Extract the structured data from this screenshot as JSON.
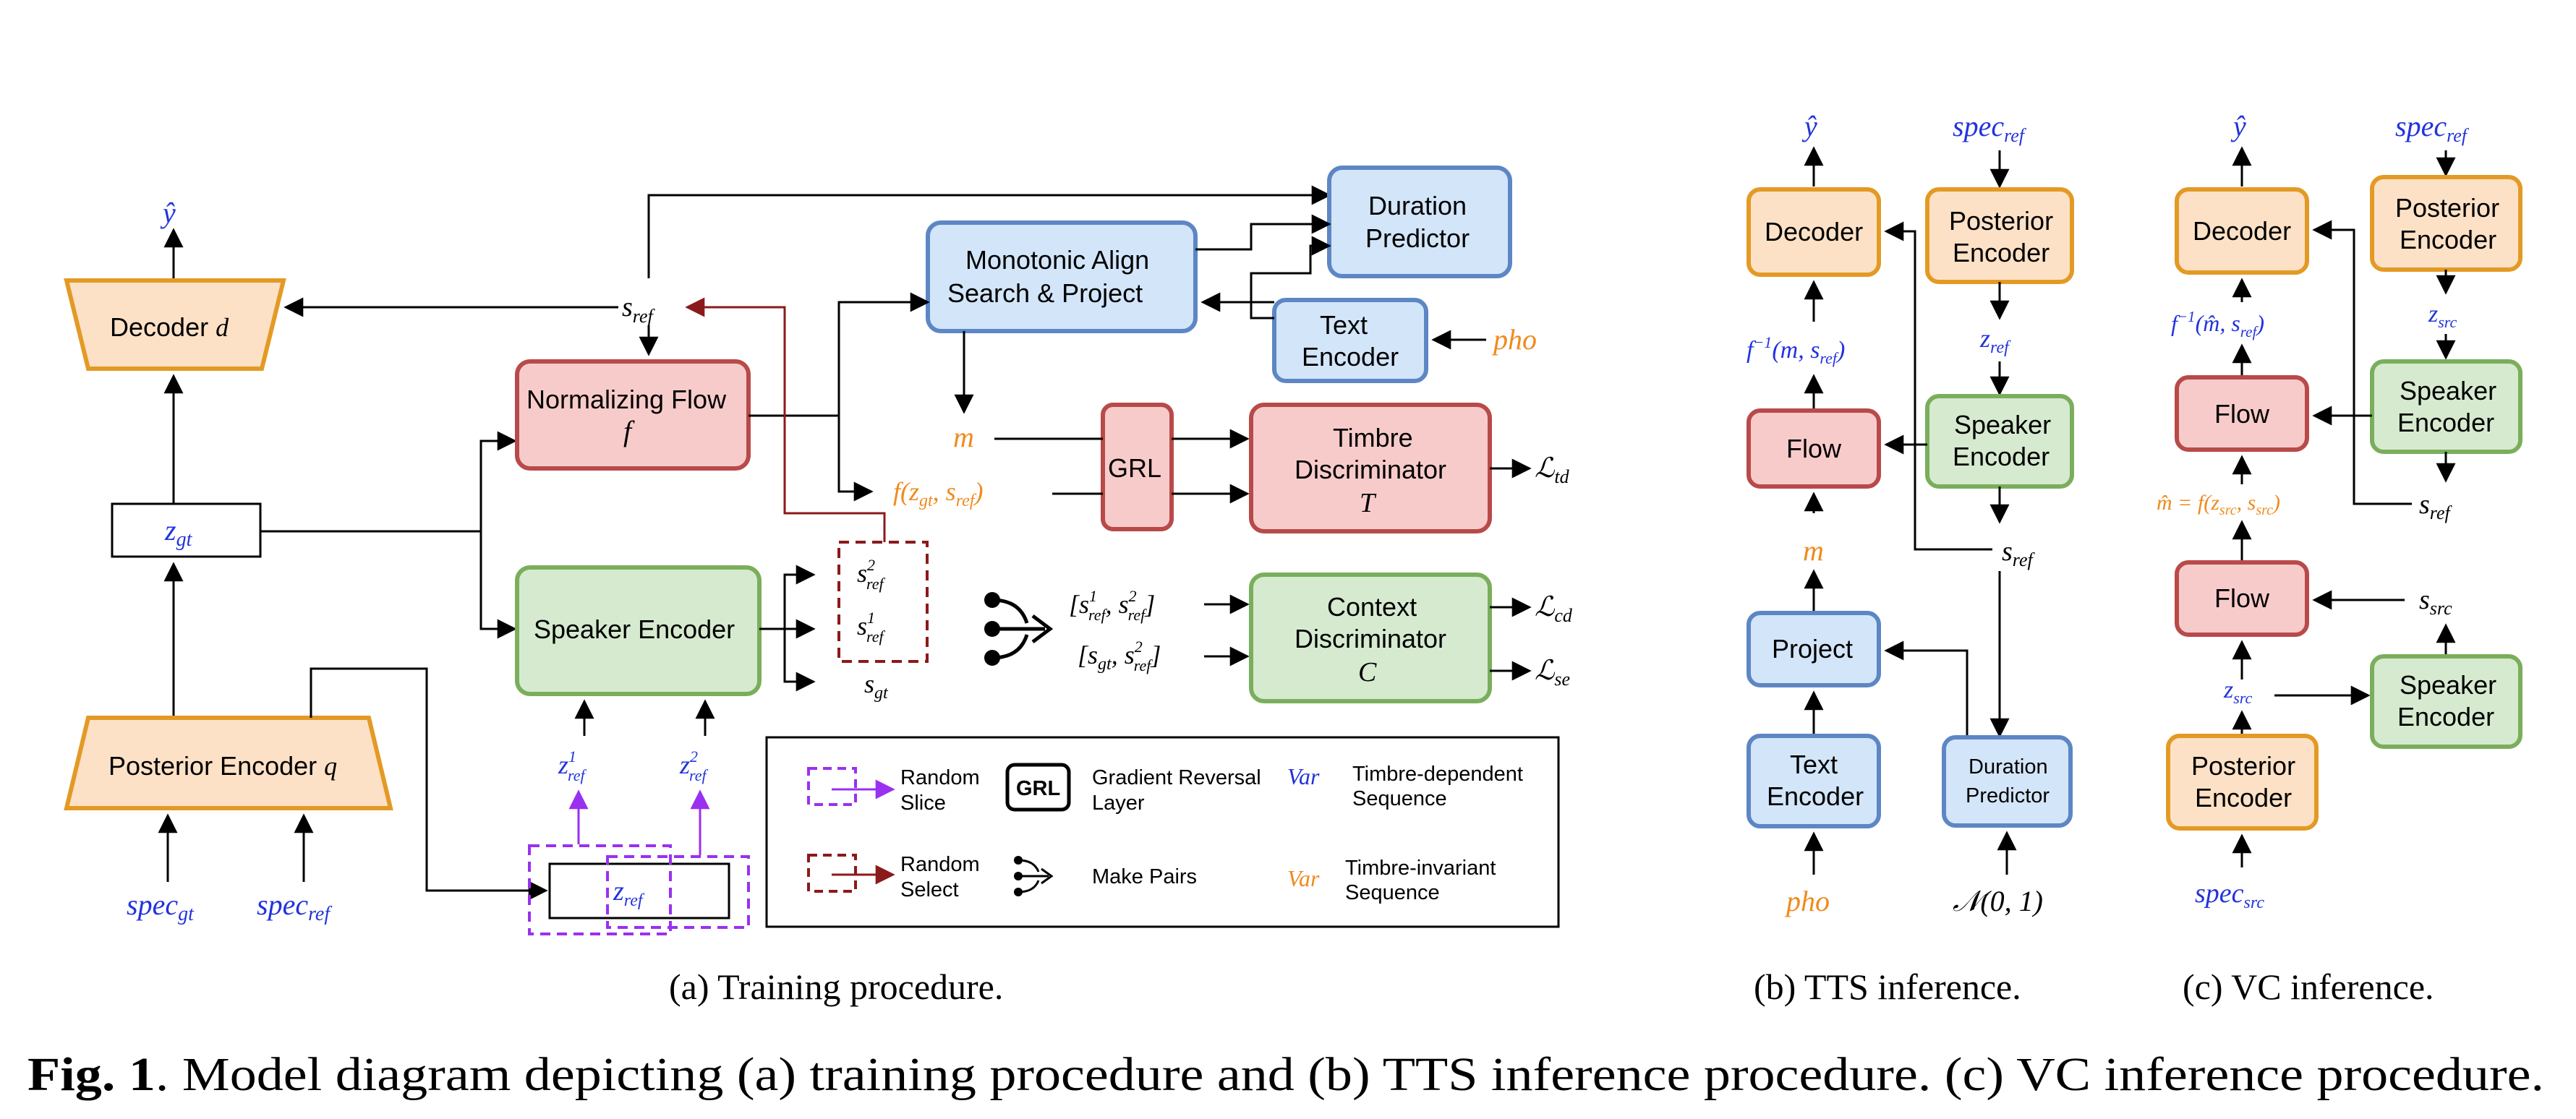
{
  "colors": {
    "orange_fill": "#fde1c6",
    "orange_stroke": "#e39a25",
    "red_fill": "#f8cbcb",
    "red_stroke": "#b84a4a",
    "blue_fill": "#d3e5f9",
    "blue_stroke": "#5d86c4",
    "green_fill": "#d6ead0",
    "green_stroke": "#7aae5c",
    "math_blue": "#2233dd",
    "math_orange": "#f08a1e",
    "random_slice": "#9a30f0",
    "random_select": "#8b1a1a"
  },
  "training": {
    "decoder": "Decoder",
    "decoder_var": "d",
    "posterior": "Posterior Encoder",
    "posterior_var": "q",
    "flow_1": "Normalizing Flow",
    "flow_var": "f",
    "speaker": "Speaker Encoder",
    "monotonic_1": "Monotonic Align",
    "monotonic_2": "Search & Project",
    "duration_1": "Duration",
    "duration_2": "Predictor",
    "text_1": "Text",
    "text_2": "Encoder",
    "grl": "GRL",
    "timbre_1": "Timbre",
    "timbre_2": "Discriminator",
    "timbre_var": "T",
    "context_1": "Context",
    "context_2": "Discriminator",
    "context_var": "C",
    "pho": "pho",
    "m": "m"
  },
  "legend": {
    "random_slice_1": "Random",
    "random_slice_2": "Slice",
    "random_select_1": "Random",
    "random_select_2": "Select",
    "grl_1": "Gradient Reversal",
    "grl_2": "Layer",
    "make_pairs": "Make Pairs",
    "var": "Var",
    "dependent_1": "Timbre-dependent",
    "dependent_2": "Sequence",
    "invariant_1": "Timbre-invariant",
    "invariant_2": "Sequence",
    "grl_badge": "GRL"
  },
  "tts": {
    "decoder": "Decoder",
    "posterior_1": "Posterior",
    "posterior_2": "Encoder",
    "flow": "Flow",
    "speaker_1": "Speaker",
    "speaker_2": "Encoder",
    "project": "Project",
    "text_1": "Text",
    "text_2": "Encoder",
    "duration_1": "Duration",
    "duration_2": "Predictor",
    "pho": "pho",
    "m": "m",
    "normal": "𝒩(0, 1)"
  },
  "vc": {
    "decoder": "Decoder",
    "posterior_top_1": "Posterior",
    "posterior_top_2": "Encoder",
    "flow_top": "Flow",
    "speaker_top_1": "Speaker",
    "speaker_top_2": "Encoder",
    "flow_bottom": "Flow",
    "speaker_bottom_1": "Speaker",
    "speaker_bottom_2": "Encoder",
    "posterior_bottom_1": "Posterior",
    "posterior_bottom_2": "Encoder"
  },
  "captions": {
    "training": "(a)  Training procedure.",
    "tts": "(b)  TTS inference.",
    "vc": "(c)  VC inference.",
    "main_bold": "Fig. 1",
    "main_text": ". Model diagram depicting (a) training procedure and (b) TTS inference procedure. (c) VC inference procedure."
  }
}
